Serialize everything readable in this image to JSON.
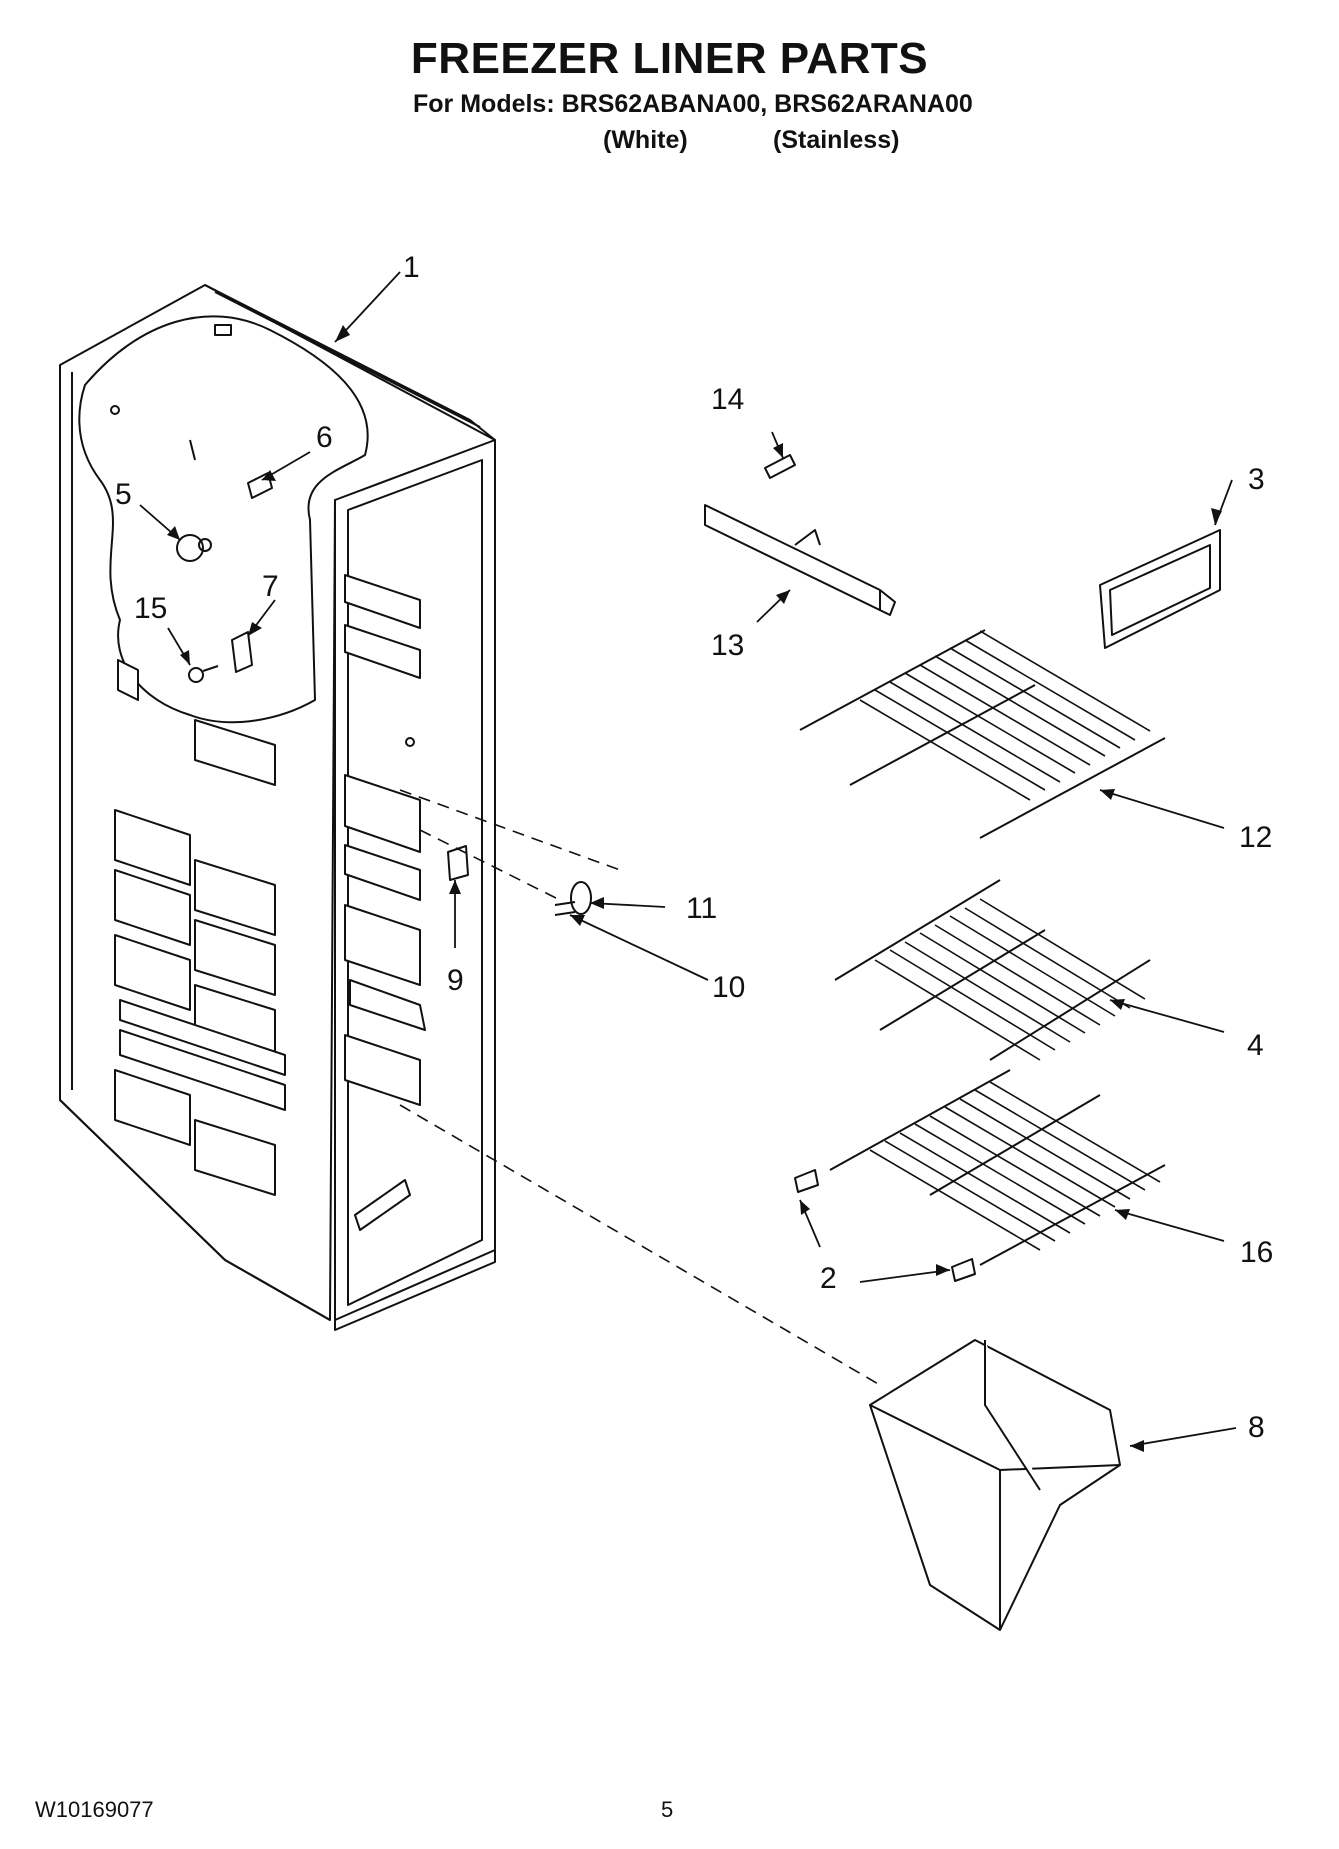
{
  "header": {
    "title": "FREEZER LINER PARTS",
    "models_line": "For Models: BRS62ABANA00, BRS62ARANA00",
    "variant_white": "(White)",
    "variant_stainless": "(Stainless)"
  },
  "callouts": [
    "1",
    "2",
    "3",
    "4",
    "5",
    "6",
    "7",
    "8",
    "9",
    "10",
    "11",
    "12",
    "13",
    "14",
    "15",
    "16"
  ],
  "footer": {
    "doc_number": "W10169077",
    "page_number": "5"
  }
}
